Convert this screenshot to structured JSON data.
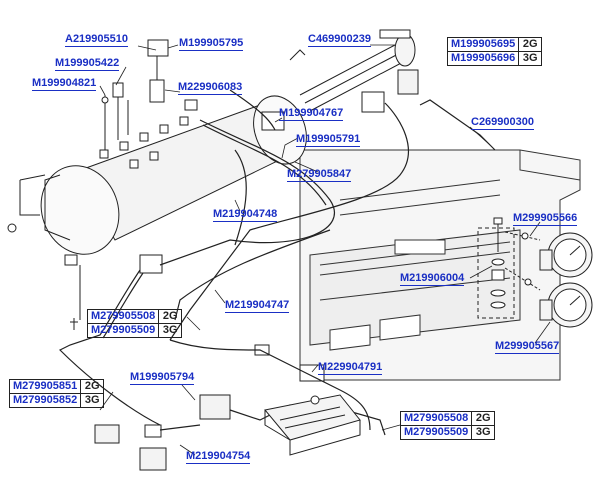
{
  "labels": {
    "a219905510": "A219905510",
    "m199905795": "M199905795",
    "m199905422": "M199905422",
    "m199904821": "M199904821",
    "m229906083": "M229906083",
    "c469900239": "C469900239",
    "m199904767": "M199904767",
    "m199905791": "M199905791",
    "m279905847": "M279905847",
    "c269900300": "C269900300",
    "m219904748": "M219904748",
    "m299905566": "M299905566",
    "m219906004": "M219906004",
    "m219904747": "M219904747",
    "m299905567": "M299905567",
    "m229904791": "M229904791",
    "m199905794": "M199905794",
    "m219904754": "M219904754"
  },
  "tables": {
    "heater": [
      {
        "code": "M199905695",
        "variant": "2G"
      },
      {
        "code": "M199905696",
        "variant": "3G"
      }
    ],
    "left_mid": [
      {
        "code": "M279905508",
        "variant": "2G"
      },
      {
        "code": "M279905509",
        "variant": "3G"
      }
    ],
    "left_bottom": [
      {
        "code": "M279905851",
        "variant": "2G"
      },
      {
        "code": "M279905852",
        "variant": "3G"
      }
    ],
    "right_bottom": [
      {
        "code": "M279905508",
        "variant": "2G"
      },
      {
        "code": "M279905509",
        "variant": "3G"
      }
    ]
  },
  "colors": {
    "label": "#1a2fc4",
    "line": "#222222",
    "fill": "#f4f4f4"
  }
}
